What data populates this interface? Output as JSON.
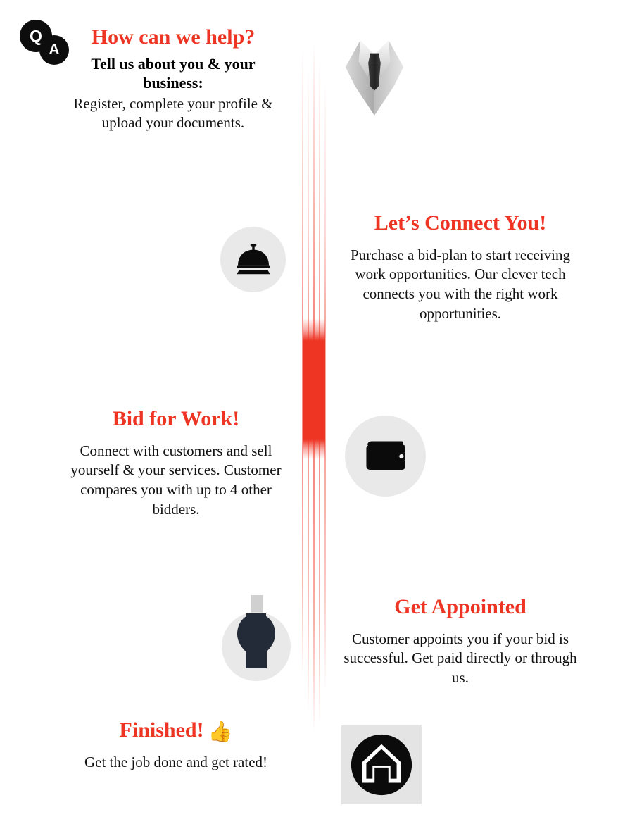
{
  "page": {
    "title": "How can we help?",
    "accent_color": "#ee3524",
    "background_color": "#ffffff",
    "icon_bg_color": "#e9e9e9",
    "thumbs_up_color": "#3ea548"
  },
  "steps": [
    {
      "id": "step-1",
      "title": "How can we help?",
      "subtitle": "Tell us about you & your business:",
      "body": "Register, complete your profile & upload your documents.",
      "icon": "qa-bubbles-icon",
      "side": "left"
    },
    {
      "id": "step-2",
      "title": "Let’s Connect You!",
      "subtitle": "",
      "body": "Purchase a bid-plan to start receiving work opportunities. Our clever tech connects you with the right work opportunities.",
      "icon": "service-bell-icon",
      "side": "right"
    },
    {
      "id": "step-3",
      "title": "Bid for Work!",
      "subtitle": "",
      "body": "Connect with customers and sell yourself & your services. Customer compares you with up to 4 other bidders.",
      "icon": "wallet-icon",
      "side": "left"
    },
    {
      "id": "step-4",
      "title": "Get Appointed",
      "subtitle": "",
      "body": "Customer appoints you if your bid is successful. Get paid directly or through us.",
      "icon": "wrench-icon",
      "side": "right"
    },
    {
      "id": "step-5",
      "title": "Finished!",
      "subtitle": "",
      "body": "Get the job done and get rated!",
      "icon": "thumbs-up-icon",
      "side": "left"
    }
  ],
  "icons": {
    "qa_q_letter": "Q",
    "qa_a_letter": "A",
    "thumbs_up_glyph": "👍",
    "suit_label": "business-suit-icon",
    "bell_label": "service-bell-icon",
    "wallet_label": "wallet-icon",
    "wrench_label": "wrench-icon",
    "house_label": "house-icon"
  }
}
